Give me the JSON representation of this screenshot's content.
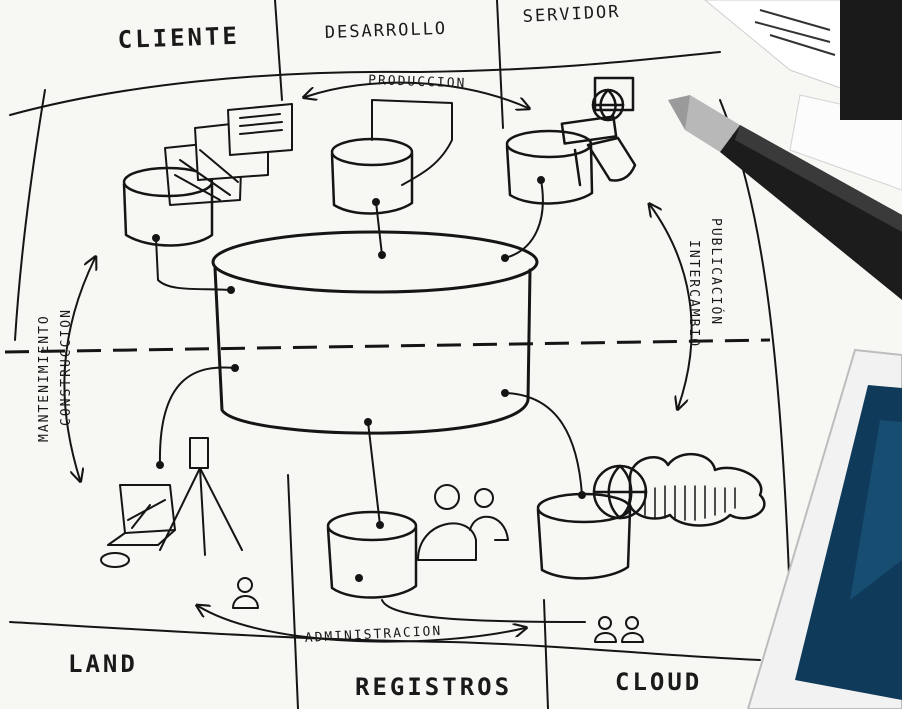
{
  "zones": {
    "top_left": "CLIENTE",
    "top_mid": "DESARROLLO",
    "top_right": "SERVIDOR",
    "bottom_left": "LAND",
    "bottom_mid": "REGISTROS",
    "bottom_right": "CLOUD"
  },
  "flows": {
    "top": "PRODUCCION",
    "left_outer": "MANTENIMIENTO",
    "left_inner": "CONSTRUCCION",
    "right_outer": "PUBLICACIÓN",
    "right_inner": "INTERCAMBIO",
    "bottom": "ADMINISTRACION"
  },
  "colors": {
    "paper": "#f7f7f4",
    "ink": "#151515",
    "pen_body": "#1c1c1c",
    "pen_tip": "#9a9a9a",
    "device_screen": "#0f3a5a"
  },
  "objects": [
    "pen",
    "tablet-device",
    "paper-notes"
  ]
}
